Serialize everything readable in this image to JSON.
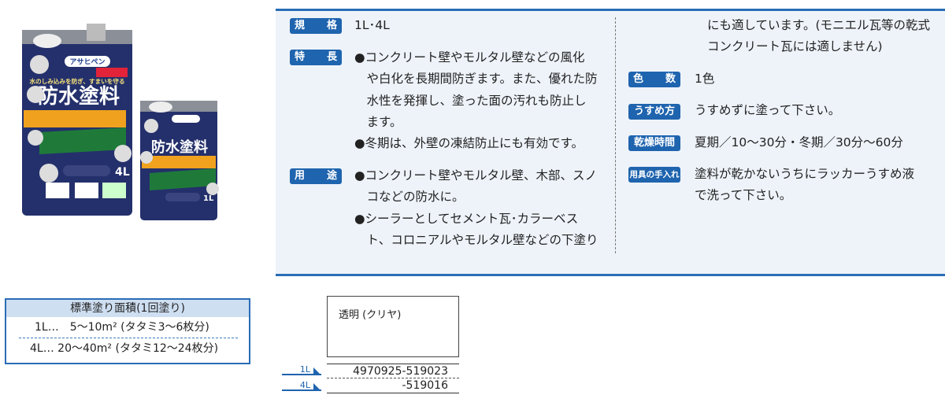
{
  "product_image": {
    "brand": "アサヒペン",
    "name": "防水塗料",
    "catch": "水のしみ込みを防ぎ、すまいを守る",
    "sizes": [
      "4L",
      "1L"
    ],
    "variant": "透明(クリヤ)",
    "colors": {
      "can": "#24306b",
      "band_orange": "#f0a21e",
      "band_green": "#1f7a3a"
    }
  },
  "spec": {
    "left": [
      {
        "label": [
          "規",
          "格"
        ],
        "lines": [
          "1L･4L"
        ]
      },
      {
        "label": [
          "特",
          "長"
        ],
        "lines": [
          "●コンクリート壁やモルタル壁などの風化",
          "　や白化を長期間防ぎます。また、優れた防",
          "　水性を発揮し、塗った面の汚れも防止し",
          "　ます。",
          "●冬期は、外壁の凍結防止にも有効です。"
        ]
      },
      {
        "label": [
          "用",
          "途"
        ],
        "lines": [
          "●コンクリート壁やモルタル壁、木部、スノ",
          "　コなどの防水に。",
          "●シーラーとしてセメント瓦･カラーベス",
          "　ト、コロニアルやモルタル壁などの下塗り"
        ]
      }
    ],
    "continued": [
      "にも適しています。(モニエル瓦等の乾式",
      "コンクリート瓦には適しません)"
    ],
    "right": [
      {
        "label": [
          "色",
          "数"
        ],
        "lines": [
          "1色"
        ]
      },
      {
        "label": [
          "うすめ方"
        ],
        "lines": [
          "うすめずに塗って下さい。"
        ]
      },
      {
        "label": [
          "乾燥時間"
        ],
        "lines": [
          "夏期／10～30分・冬期／30分～60分"
        ]
      },
      {
        "label": [
          "用具の手入れ"
        ],
        "lines": [
          "塗料が乾かないうちにラッカーうすめ液",
          "で洗って下さい。"
        ]
      }
    ]
  },
  "coverage": {
    "title": "標準塗り面積(1回塗り)",
    "rows": [
      "1L…　5～10m² (タタミ3～6枚分)",
      "4L… 20～40m² (タタミ12～24枚分)"
    ]
  },
  "color_chip": {
    "label": "透明 (クリヤ)"
  },
  "codes": [
    {
      "size": "1L",
      "code": "4970925-519023"
    },
    {
      "size": "4L",
      "code": "-519016"
    }
  ],
  "colors": {
    "accent": "#1f64ae",
    "panel_bg": "#eef3fa"
  }
}
